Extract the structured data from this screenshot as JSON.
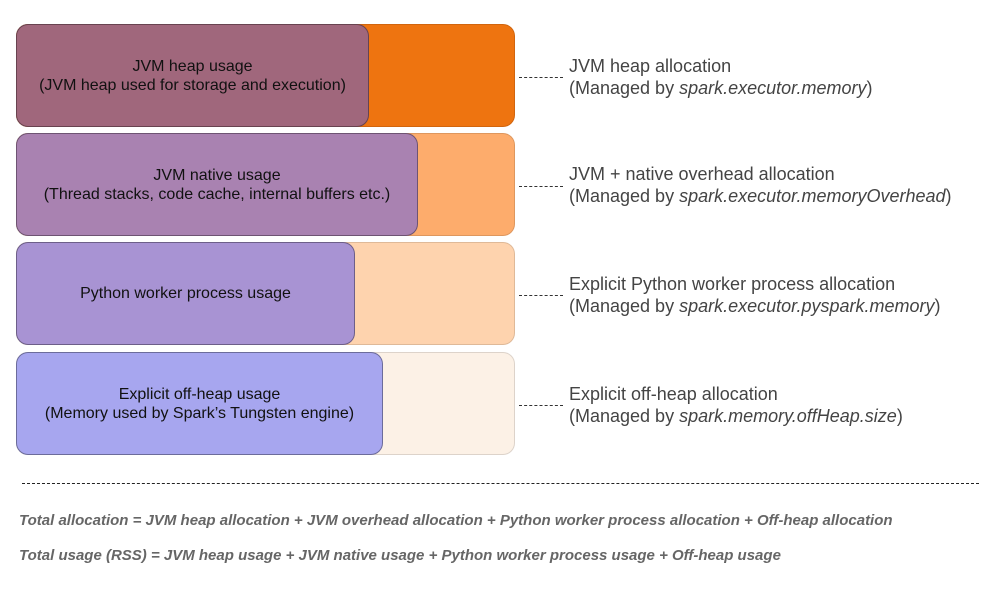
{
  "rows": [
    {
      "usage_line1": "JVM heap usage",
      "usage_line2": "(JVM heap used for storage and execution)",
      "alloc_title": "JVM heap allocation",
      "managed_prefix": "(Managed by ",
      "managed_param": "spark.executor.memory",
      "managed_suffix": ")",
      "alloc_color": "#ee7410",
      "usage_color": "#a0677c"
    },
    {
      "usage_line1": "JVM native usage",
      "usage_line2": "(Thread stacks, code cache, internal buffers etc.)",
      "alloc_title": "JVM + native overhead allocation",
      "managed_prefix": "(Managed by ",
      "managed_param": "spark.executor.memoryOverhead",
      "managed_suffix": ")",
      "alloc_color": "#fdac6c",
      "usage_color": "#a982b1"
    },
    {
      "usage_line1": "Python worker process usage",
      "usage_line2": "",
      "alloc_title": "Explicit Python worker process allocation",
      "managed_prefix": "(Managed by ",
      "managed_param": "spark.executor.pyspark.memory",
      "managed_suffix": ")",
      "alloc_color": "#fed3ae",
      "usage_color": "#a893d3"
    },
    {
      "usage_line1": "Explicit off-heap usage",
      "usage_line2": "(Memory used by Spark’s Tungsten engine)",
      "alloc_title": "Explicit off-heap allocation",
      "managed_prefix": "(Managed by ",
      "managed_param": "spark.memory.offHeap.size",
      "managed_suffix": ")",
      "alloc_color": "#fcf1e6",
      "usage_color": "#a7a6ef"
    }
  ],
  "formulas": {
    "total_allocation": "Total allocation = JVM heap allocation + JVM overhead allocation + Python worker process allocation +  Off-heap allocation",
    "total_usage": "Total usage (RSS) = JVM heap usage + JVM native usage + Python worker process usage + Off-heap usage"
  }
}
